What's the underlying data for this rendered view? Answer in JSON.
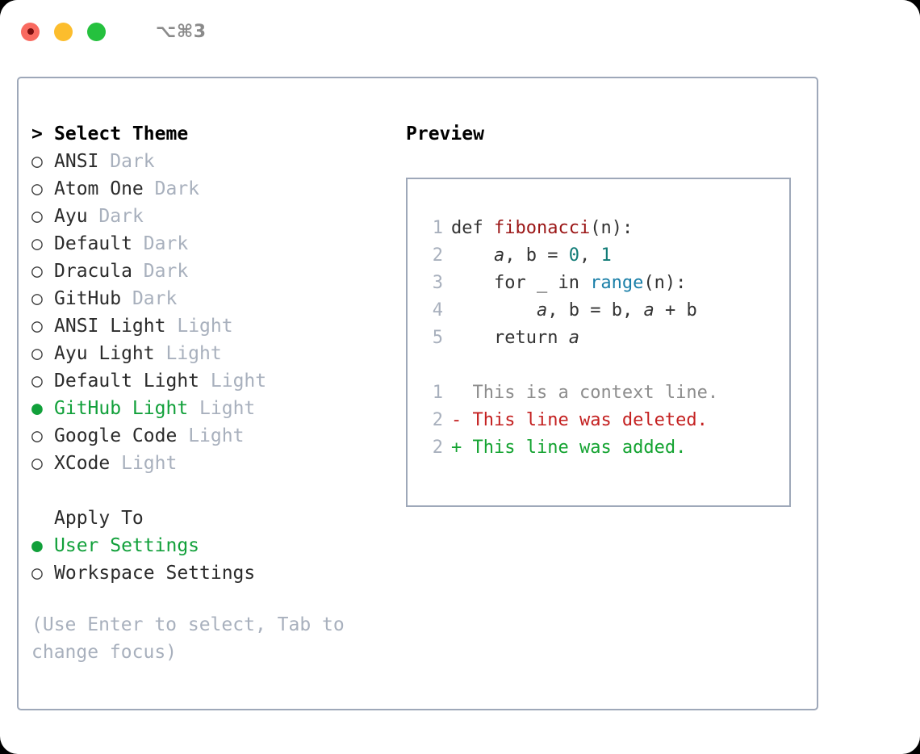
{
  "window": {
    "traffic_lights": [
      "close",
      "minimize",
      "zoom"
    ],
    "shortcut": "⌥⌘3"
  },
  "theme_panel": {
    "caret": ">",
    "title": "Select Theme",
    "marker_unselected": "○",
    "marker_selected": "●",
    "items": [
      {
        "name": "ANSI",
        "tag": "Dark",
        "selected": false
      },
      {
        "name": "Atom One",
        "tag": "Dark",
        "selected": false
      },
      {
        "name": "Ayu",
        "tag": "Dark",
        "selected": false
      },
      {
        "name": "Default",
        "tag": "Dark",
        "selected": false
      },
      {
        "name": "Dracula",
        "tag": "Dark",
        "selected": false
      },
      {
        "name": "GitHub",
        "tag": "Dark",
        "selected": false
      },
      {
        "name": "ANSI Light",
        "tag": "Light",
        "selected": false
      },
      {
        "name": "Ayu Light",
        "tag": "Light",
        "selected": false
      },
      {
        "name": "Default Light",
        "tag": "Light",
        "selected": false
      },
      {
        "name": "GitHub Light",
        "tag": "Light",
        "selected": true
      },
      {
        "name": "Google Code",
        "tag": "Light",
        "selected": false
      },
      {
        "name": "XCode",
        "tag": "Light",
        "selected": false
      }
    ]
  },
  "apply_to": {
    "title": "Apply To",
    "items": [
      {
        "name": "User Settings",
        "selected": true
      },
      {
        "name": "Workspace Settings",
        "selected": false
      }
    ]
  },
  "hint": "(Use Enter to select, Tab to change focus)",
  "preview": {
    "label": "Preview",
    "code_lines": [
      {
        "num": "1",
        "segments": [
          {
            "text": "def ",
            "kind": "plain"
          },
          {
            "text": "fibonacci",
            "kind": "fn"
          },
          {
            "text": "(n):",
            "kind": "plain"
          }
        ]
      },
      {
        "num": "2",
        "segments": [
          {
            "text": "    ",
            "kind": "plain"
          },
          {
            "text": "a",
            "kind": "var"
          },
          {
            "text": ", ",
            "kind": "plain"
          },
          {
            "text": "b",
            "kind": "plain"
          },
          {
            "text": " = ",
            "kind": "plain"
          },
          {
            "text": "0",
            "kind": "num"
          },
          {
            "text": ", ",
            "kind": "plain"
          },
          {
            "text": "1",
            "kind": "num"
          }
        ]
      },
      {
        "num": "3",
        "segments": [
          {
            "text": "    for _ in ",
            "kind": "plain"
          },
          {
            "text": "range",
            "kind": "blue"
          },
          {
            "text": "(n):",
            "kind": "plain"
          }
        ]
      },
      {
        "num": "4",
        "segments": [
          {
            "text": "        ",
            "kind": "plain"
          },
          {
            "text": "a",
            "kind": "var"
          },
          {
            "text": ", ",
            "kind": "plain"
          },
          {
            "text": "b",
            "kind": "plain"
          },
          {
            "text": " = ",
            "kind": "plain"
          },
          {
            "text": "b",
            "kind": "plain"
          },
          {
            "text": ", ",
            "kind": "plain"
          },
          {
            "text": "a",
            "kind": "var"
          },
          {
            "text": " + ",
            "kind": "plain"
          },
          {
            "text": "b",
            "kind": "plain"
          }
        ]
      },
      {
        "num": "5",
        "segments": [
          {
            "text": "    return ",
            "kind": "plain"
          },
          {
            "text": "a",
            "kind": "var"
          }
        ]
      }
    ],
    "diff_lines": [
      {
        "num": "1",
        "sign": " ",
        "text": "This is a context line.",
        "kind": "ctx"
      },
      {
        "num": "2",
        "sign": "-",
        "text": "This line was deleted.",
        "kind": "del"
      },
      {
        "num": "2",
        "sign": "+",
        "text": "This line was added.",
        "kind": "add"
      }
    ]
  },
  "colors": {
    "accent_green": "#11a03a",
    "border": "#9ea8b9",
    "muted": "#a8b0bd",
    "diff_delete": "#c42121",
    "diff_add": "#14a331",
    "code_fn": "#9b1616",
    "code_keyword_blue": "#1a7fa8",
    "code_number": "#107b76"
  }
}
